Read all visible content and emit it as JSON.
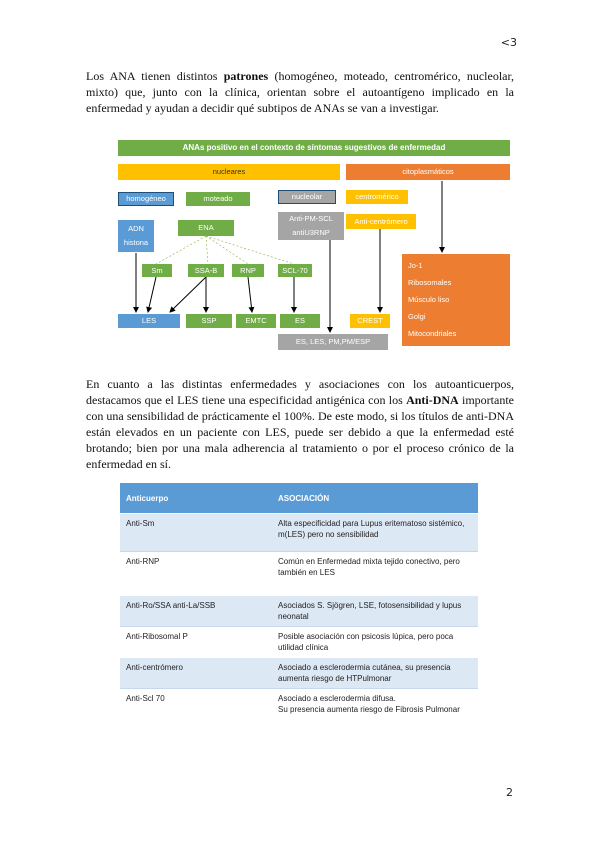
{
  "corner_mark": "<3",
  "paragraph1": {
    "before": "Los ANA tienen distintos ",
    "bold": "patrones",
    "after": " (homogéneo, moteado, centromérico, nucleolar, mixto) que, junto con la clínica, orientan sobre el autoantígeno implicado en la enfermedad y ayudan a decidir qué subtipos de ANAs se van a investigar."
  },
  "diagram": {
    "title": "ANAs positivo en el contexto de síntomas sugestivos de enfermedad",
    "nucleares": "nucleares",
    "citoplasmaticos": "citoplasmáticos",
    "homogeneo": "homogéneo",
    "moteado": "moteado",
    "nucleolar": "nucleolar",
    "centromerico": "centromérico",
    "adn": "ADN",
    "histona": "histona",
    "ena": "ENA",
    "anti_pm": "Anti-PM-SCL",
    "anti_rnp": "antiU3RNP",
    "anti_centromero": "Anti-centrómero",
    "sm": "Sm",
    "ssa": "SSA-B",
    "rnp": "RNP",
    "scl70": "SCL-70",
    "les": "LES",
    "ssp": "SSP",
    "emtc": "EMTC",
    "es": "ES",
    "crest": "CREST",
    "es_les": "ES, LES, PM,PM/ESP",
    "cyto_list": [
      "Jo-1",
      "Ribosomales",
      "Músculo liso",
      "Golgi",
      "Mitocondriales"
    ]
  },
  "paragraph2": {
    "before": "En cuanto a las distintas enfermedades y asociaciones con los autoanticuerpos, destacamos que el LES tiene una especificidad antigénica con los ",
    "bold": "Anti-DNA",
    "after": " importante con una sensibilidad de prácticamente el 100%. De este modo, si los títulos de anti-DNA están elevados en un paciente con LES, puede ser debido a que la enfermedad esté brotando; bien por una mala adherencia al tratamiento o por el proceso crónico de la enfermedad en sí."
  },
  "table": {
    "headers": [
      "Anticuerpo",
      "ASOCIACIÓN"
    ],
    "rows": [
      [
        "Anti-Sm",
        "Alta especificidad para Lupus eritematoso sistémico, m(LES) pero no sensibilidad"
      ],
      [
        "Anti-RNP",
        "Común en Enfermedad mixta tejido conectivo, pero también en LES"
      ],
      [
        "Anti-Ro/SSA anti-La/SSB",
        "Asociados S. Sjögren, LSE, fotosensibilidad y lupus neonatal"
      ],
      [
        "Anti-Ribosomal P",
        "Posible asociación con psicosis lúpica, pero poca utilidad clínica"
      ],
      [
        "Anti-centrómero",
        "Asociado a esclerodermia cutánea, su presencia aumenta riesgo de HTPulmonar"
      ],
      [
        "Anti-Scl 70",
        "Asociado a esclerodermia difusa.\nSu presencia aumenta riesgo de Fibrosis Pulmonar"
      ]
    ]
  },
  "page_number": "2",
  "colors": {
    "green": "#70ad47",
    "yellow": "#ffc000",
    "orange": "#ed7d31",
    "blue": "#5b9bd5",
    "gray": "#a5a5a5"
  }
}
